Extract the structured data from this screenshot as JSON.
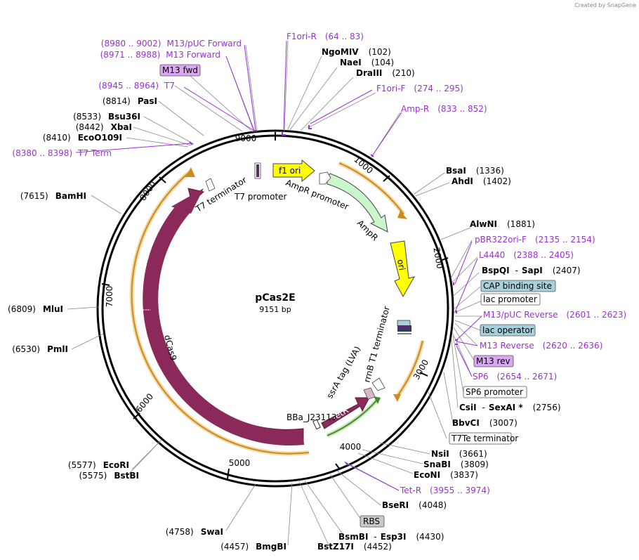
{
  "credit": "Created by SnapGene",
  "plasmid": {
    "name": "pCas2E",
    "size": "9151 bp",
    "length": 9151
  },
  "colors": {
    "purple": "#9b30d6",
    "ampr": "#c9f7c9",
    "yellow": "#ffff00",
    "dcas9": "#8b2a5a",
    "tetr": "#8b2a5a",
    "orange_arrow": "#e8a040",
    "green_arrow": "#6aa84f",
    "cap_box": "#a8d0dc",
    "lac_operator_box": "#a8d0dc",
    "primer_box": "#d9a8f0",
    "rbs_box": "#c8c8c8"
  },
  "ticks": [
    "1000",
    "2000",
    "3000",
    "4000",
    "5000",
    "6000",
    "7000",
    "8000",
    "9000"
  ],
  "enzymes": [
    {
      "name": "NgoMIV",
      "pos": "(102)"
    },
    {
      "name": "NaeI",
      "pos": "(104)"
    },
    {
      "name": "DraIII",
      "pos": "(210)"
    },
    {
      "name": "BsaI",
      "pos": "(1336)"
    },
    {
      "name": "AhdI",
      "pos": "(1402)"
    },
    {
      "name": "AlwNI",
      "pos": "(1881)"
    },
    {
      "name": "BspQI",
      "sep": "-",
      "name2": "SapI",
      "pos": "(2407)"
    },
    {
      "name": "CsiI",
      "sep": "-",
      "name2": "SexAI *",
      "pos": "(2756)"
    },
    {
      "name": "BbvCI",
      "pos": "(3007)"
    },
    {
      "name": "NsiI",
      "pos": "(3661)"
    },
    {
      "name": "SnaBI",
      "pos": "(3809)"
    },
    {
      "name": "EcoNI",
      "pos": "(3837)"
    },
    {
      "name": "BseRI",
      "pos": "(4048)"
    },
    {
      "name": "BsmBI",
      "sep": "-",
      "name2": "Esp3I",
      "pos": "(4430)"
    },
    {
      "name": "BstZ17I",
      "pos": "(4452)"
    },
    {
      "name": "BmgBI",
      "pos": "(4457)"
    },
    {
      "name": "SwaI",
      "pos": "(4758)"
    },
    {
      "name": "EcoRI",
      "pos": "(5577)"
    },
    {
      "name": "BstBI",
      "pos": "(5575)"
    },
    {
      "name": "PmlI",
      "pos": "(6530)"
    },
    {
      "name": "MluI",
      "pos": "(6809)"
    },
    {
      "name": "BamHI",
      "pos": "(7615)"
    },
    {
      "name": "EcoO109I",
      "pos": "(8410)"
    },
    {
      "name": "XbaI",
      "pos": "(8442)"
    },
    {
      "name": "Bsu36I",
      "pos": "(8533)"
    },
    {
      "name": "PasI",
      "pos": "(8814)"
    }
  ],
  "primers": [
    {
      "name": "F1ori-R",
      "range": "(64 .. 83)"
    },
    {
      "name": "F1ori-F",
      "range": "(274 .. 295)"
    },
    {
      "name": "Amp-R",
      "range": "(833 .. 852)"
    },
    {
      "name": "pBR322ori-F",
      "range": "(2135 .. 2154)"
    },
    {
      "name": "L4440",
      "range": "(2388 .. 2405)"
    },
    {
      "name": "M13/pUC Reverse",
      "range": "(2601 .. 2623)"
    },
    {
      "name": "M13 Reverse",
      "range": "(2620 .. 2636)"
    },
    {
      "name": "SP6",
      "range": "(2654 .. 2671)"
    },
    {
      "name": "Tet-R",
      "range": "(3955 .. 3974)"
    },
    {
      "name": "T7 Term",
      "range": "(8380 .. 8398)"
    },
    {
      "name": "T7",
      "range": "(8945 .. 8964)"
    },
    {
      "name": "M13 Forward",
      "range": "(8971 .. 8988)"
    },
    {
      "name": "M13/pUC Forward",
      "range": "(8980 .. 9002)"
    }
  ],
  "boxed_labels": {
    "cap": "CAP binding site",
    "lac_promoter": "lac promoter",
    "lac_operator": "lac operator",
    "m13_rev": "M13 rev",
    "sp6_promoter": "SP6 promoter",
    "t7te": "T7Te terminator",
    "rbs": "RBS",
    "m13_fwd": "M13 fwd"
  },
  "features": {
    "f1_ori": "f1 ori",
    "ampr_promoter": "AmpR promoter",
    "ampr": "AmpR",
    "ori": "ori",
    "rrnb": "rrnB T1 terminator",
    "ssra": "ssrA tag (LVA)",
    "tetr": "TetR",
    "bba": "BBa_J23113",
    "dcas9": "dCas9",
    "t7_terminator": "T7 terminator",
    "t7_promoter": "T7 promoter"
  }
}
